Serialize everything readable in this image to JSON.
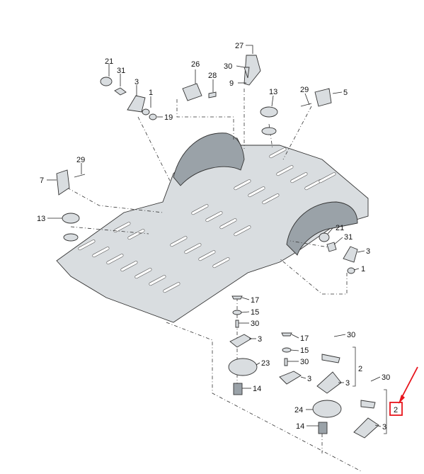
{
  "callouts": [
    {
      "id": "c21a",
      "text": "21"
    },
    {
      "id": "c31a",
      "text": "31"
    },
    {
      "id": "c3a",
      "text": "3"
    },
    {
      "id": "c1a",
      "text": "1"
    },
    {
      "id": "c19",
      "text": "19"
    },
    {
      "id": "c26",
      "text": "26"
    },
    {
      "id": "c28",
      "text": "28"
    },
    {
      "id": "c27",
      "text": "27"
    },
    {
      "id": "c30a",
      "text": "30"
    },
    {
      "id": "c9",
      "text": "9"
    },
    {
      "id": "c13a",
      "text": "13"
    },
    {
      "id": "c29a",
      "text": "29"
    },
    {
      "id": "c5",
      "text": "5"
    },
    {
      "id": "c7",
      "text": "7"
    },
    {
      "id": "c29b",
      "text": "29"
    },
    {
      "id": "c13b",
      "text": "13"
    },
    {
      "id": "c21b",
      "text": "21"
    },
    {
      "id": "c31b",
      "text": "31"
    },
    {
      "id": "c3b",
      "text": "3"
    },
    {
      "id": "c1b",
      "text": "1"
    },
    {
      "id": "c17a",
      "text": "17"
    },
    {
      "id": "c15a",
      "text": "15"
    },
    {
      "id": "c30b",
      "text": "30"
    },
    {
      "id": "c3c",
      "text": "3"
    },
    {
      "id": "c23",
      "text": "23"
    },
    {
      "id": "c14a",
      "text": "14"
    },
    {
      "id": "c17b",
      "text": "17"
    },
    {
      "id": "c15b",
      "text": "15"
    },
    {
      "id": "c30c",
      "text": "30"
    },
    {
      "id": "c3d",
      "text": "3"
    },
    {
      "id": "c30d",
      "text": "30"
    },
    {
      "id": "c2a",
      "text": "2"
    },
    {
      "id": "c3e",
      "text": "3"
    },
    {
      "id": "c30e",
      "text": "30"
    },
    {
      "id": "c24",
      "text": "24"
    },
    {
      "id": "c14b",
      "text": "14"
    },
    {
      "id": "c2b",
      "text": "2"
    },
    {
      "id": "c3f",
      "text": "3"
    }
  ],
  "highlight": {
    "text": "2",
    "color": "#e8141c"
  },
  "colors": {
    "highlight": "#e8141c",
    "line": "#222222",
    "part": "#d9dde0"
  }
}
